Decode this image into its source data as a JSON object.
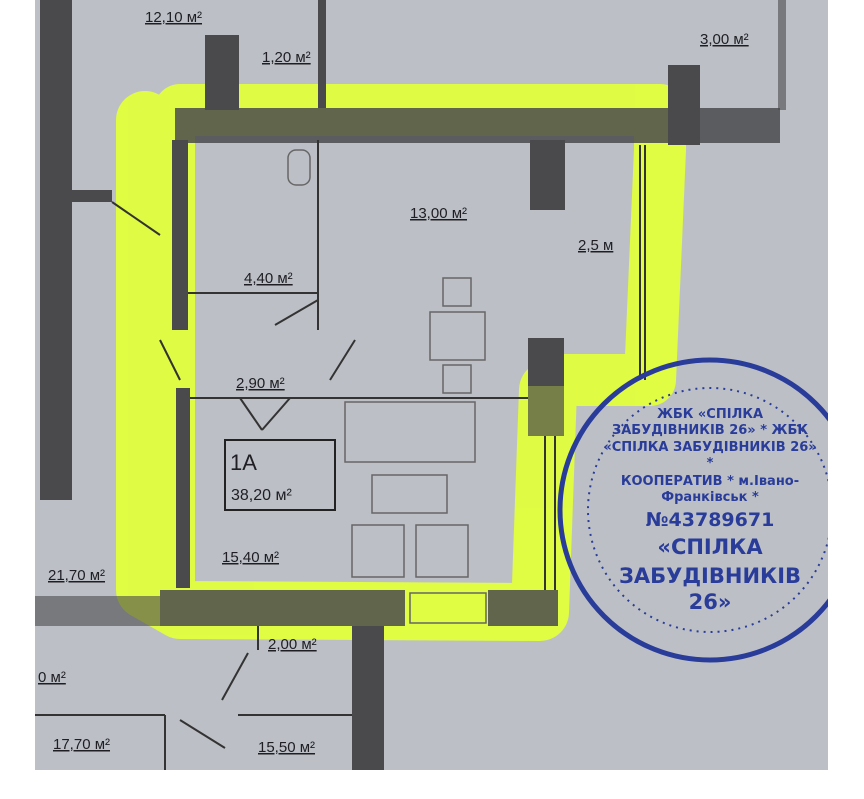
{
  "floor_plan": {
    "apartment": {
      "number": "1А",
      "total_area": "38,20 м²"
    },
    "rooms": {
      "room_top_left": "12,10 м²",
      "bathroom_top": "1,20 м²",
      "room_top_right": "3,00 м²",
      "kitchen": "13,00 м²",
      "balcony_width": "2,5 м",
      "bathroom": "4,40 м²",
      "hallway": "2,90 м²",
      "living_room": "15,40 м²",
      "neighbor_left": "21,70 м²",
      "corridor": "2,00 м²",
      "partial_left": "0 м²",
      "neighbor_bottom_left": "17,70 м²",
      "neighbor_bottom_right": "15,50 м²"
    },
    "highlight_color": "#e2ff3c",
    "wall_color": "#4a4a4c",
    "paper_color": "#bcc0c6"
  },
  "stamp": {
    "color": "#2a3c9a",
    "outer_ring": "ЖБК «СПІЛКА ЗАБУДІВНИКІВ 26» * ЖБК «СПІЛКА ЗАБУДІВНИКІВ 26» *",
    "inner_ring": "КООПЕРАТИВ * м.Івано-Франківськ *",
    "code": "№43789671",
    "center_line1": "«СПІЛКА",
    "center_line2": "ЗАБУДІВНИКІВ 26»"
  }
}
